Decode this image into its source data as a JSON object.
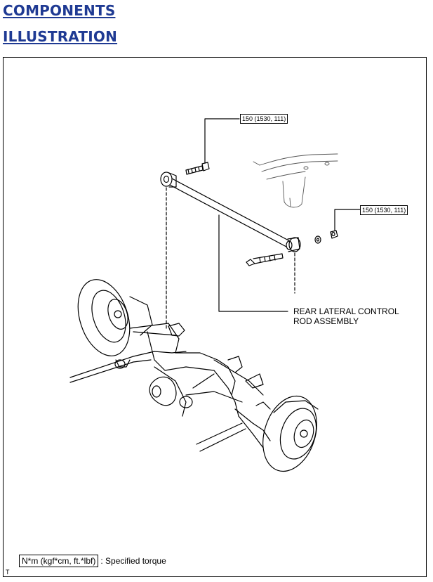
{
  "headings": {
    "components": "COMPONENTS",
    "illustration": "ILLUSTRATION"
  },
  "callouts": {
    "torque_top": "150 (1530, 111)",
    "torque_right": "150 (1530, 111)",
    "part_name_line1": "REAR LATERAL CONTROL",
    "part_name_line2": "ROD ASSEMBLY"
  },
  "legend": {
    "unit": "N*m (kgf*cm, ft.*lbf)",
    "meaning": ": Specified torque"
  },
  "corner_mark": "T"
}
